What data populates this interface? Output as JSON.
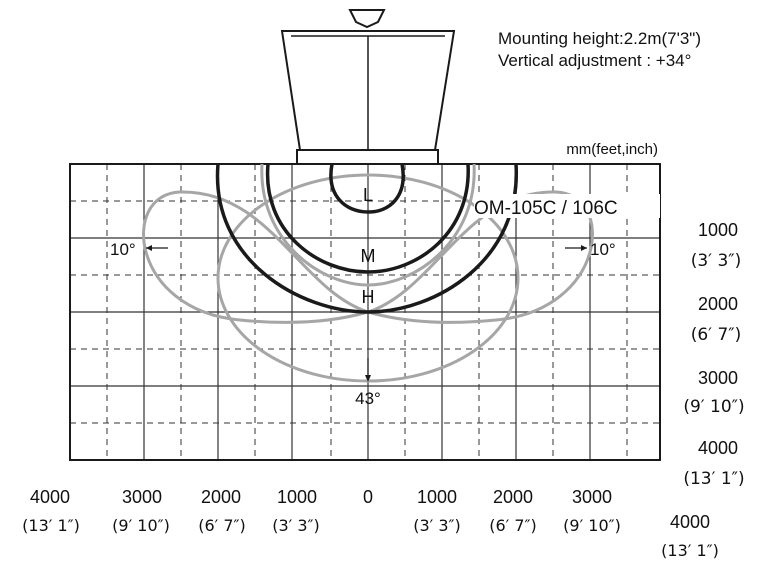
{
  "header": {
    "mounting_height": "Mounting height:2.2m(7'3\")",
    "vertical_adjustment": "Vertical adjustment : +34°",
    "units": "mm(feet,inch)"
  },
  "model_label": "OM-105C / 106C",
  "zones": [
    {
      "label": "L"
    },
    {
      "label": "M"
    },
    {
      "label": "H"
    }
  ],
  "angles": {
    "left": "10°",
    "right": "10°",
    "down": "43°"
  },
  "right_axis": [
    {
      "mm": "1000",
      "ft": "(3′ 3″)"
    },
    {
      "mm": "2000",
      "ft": "(6′ 7″)"
    },
    {
      "mm": "3000",
      "ft": "(9′ 10″)"
    },
    {
      "mm": "4000",
      "ft": "(13′ 1″)"
    }
  ],
  "bottom_axis": {
    "left": [
      {
        "mm": "4000",
        "ft": "(13′ 1″)"
      },
      {
        "mm": "3000",
        "ft": "(9′ 10″)"
      },
      {
        "mm": "2000",
        "ft": "(6′ 7″)"
      },
      {
        "mm": "1000",
        "ft": "(3′ 3″)"
      }
    ],
    "center": {
      "mm": "0"
    },
    "right": [
      {
        "mm": "1000",
        "ft": "(3′ 3″)"
      },
      {
        "mm": "2000",
        "ft": "(6′ 7″)"
      },
      {
        "mm": "3000",
        "ft": "(9′ 10″)"
      },
      {
        "mm": "4000",
        "ft": "(13′ 1″)"
      }
    ]
  },
  "colors": {
    "line_dark": "#1a1a1a",
    "line_gray": "#a6a6a6"
  }
}
